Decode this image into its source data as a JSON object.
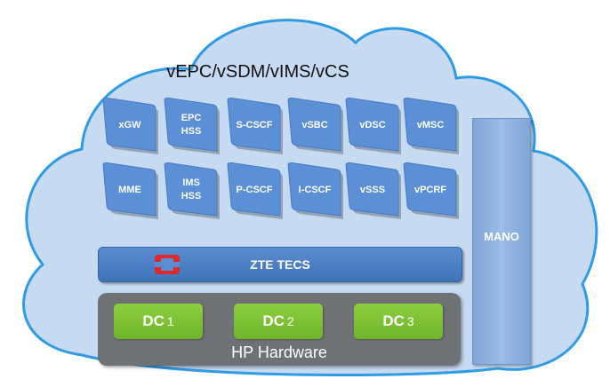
{
  "title": "vEPC/vSDM/vIMS/vCS",
  "vnfs_row1": [
    "xGW",
    "EPC\nHSS",
    "S-CSCF",
    "vSBC",
    "vDSC",
    "vMSC"
  ],
  "vnfs_row2": [
    "MME",
    "IMS\nHSS",
    "P-CSCF",
    "I-CSCF",
    "vSSS",
    "vPCRF"
  ],
  "tecs_label": "ZTE TECS",
  "hardware_label": "HP Hardware",
  "dcs": [
    {
      "name": "DC",
      "num": "1"
    },
    {
      "name": "DC",
      "num": "2"
    },
    {
      "name": "DC",
      "num": "3"
    }
  ],
  "mano_label": "MANO",
  "colors": {
    "cloud_fill": "#c6daf1",
    "cloud_stroke": "#2f9be5",
    "vnf_fill": "#5b8fd6",
    "tecs": "#4a7fc4",
    "hardware": "#6f7275",
    "dc": "#7cc236",
    "mano": "#8eb2e0",
    "logo": "#e02a2a"
  },
  "logo_icon": "openstack-logo-icon"
}
